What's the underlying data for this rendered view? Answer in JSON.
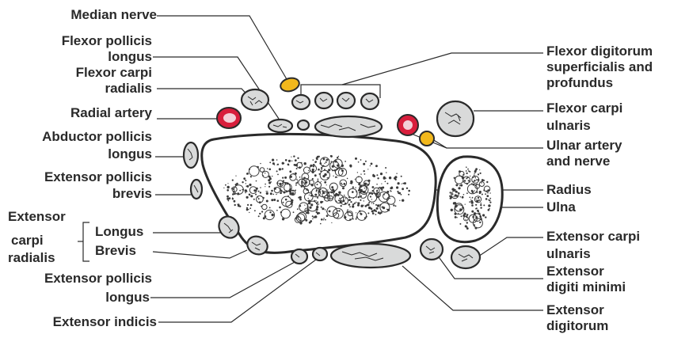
{
  "labels": {
    "median_nerve": "Median nerve",
    "fpl_1": "Flexor pollicis",
    "fpl_2": "longus",
    "fcr_1": "Flexor carpi",
    "fcr_2": "radialis",
    "radial_artery": "Radial artery",
    "apl_1": "Abductor pollicis",
    "apl_2": "longus",
    "epb_1": "Extensor pollicis",
    "epb_2": "brevis",
    "ecr_1": "Extensor",
    "ecr_2": "carpi",
    "ecr_3": "radialis",
    "ecr_longus": "Longus",
    "ecr_brevis": "Brevis",
    "epl_1": "Extensor pollicis",
    "epl_2": "longus",
    "ext_indicis": "Extensor indicis",
    "fds_1": "Flexor digitorum",
    "fds_2": "superficialis and",
    "fds_3": "profundus",
    "fcu_1": "Flexor carpi",
    "fcu_2": "ulnaris",
    "ulnar_1": "Ulnar artery",
    "ulnar_2": "and nerve",
    "radius": "Radius",
    "ulna": "Ulna",
    "ecu_1": "Extensor carpi",
    "ecu_2": "ulnaris",
    "edm_1": "Extensor",
    "edm_2": "digiti minimi",
    "ed_1": "Extensor",
    "ed_2": "digitorum"
  },
  "colors": {
    "artery": "#d81e3c",
    "nerve": "#f2b81c",
    "tendon": "#d9dada",
    "outline": "#2a2a2a"
  }
}
